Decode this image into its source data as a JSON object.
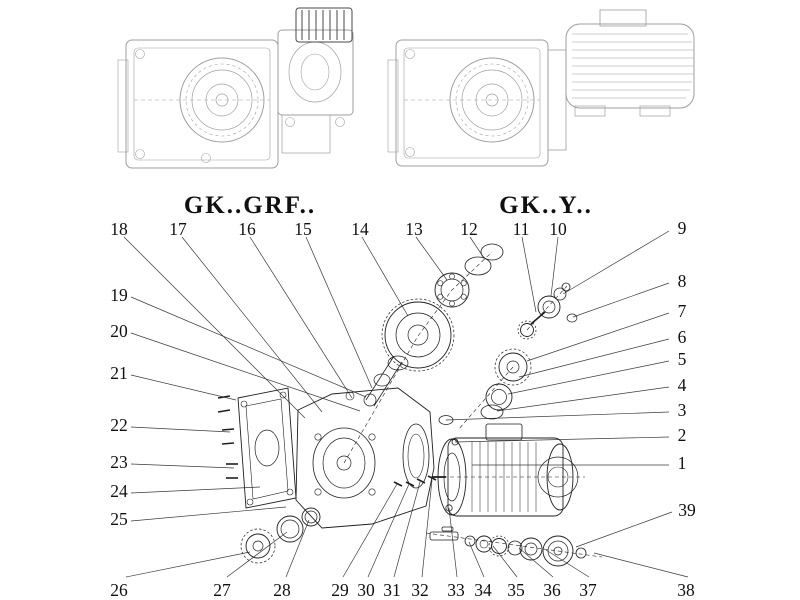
{
  "page": {
    "background": "#ffffff"
  },
  "colors": {
    "line": "#1f1f1f",
    "faded": "#9f9f9f",
    "dark_fins": "#4a4a4a",
    "leader": "#3a3a3a",
    "text": "#101010"
  },
  "variants": [
    {
      "label": "GK..GRF.."
    },
    {
      "label": "GK..Y.."
    }
  ],
  "callouts": [
    "1",
    "2",
    "3",
    "4",
    "5",
    "6",
    "7",
    "8",
    "9",
    "10",
    "11",
    "12",
    "13",
    "14",
    "15",
    "16",
    "17",
    "18",
    "19",
    "20",
    "21",
    "22",
    "23",
    "24",
    "25",
    "26",
    "27",
    "28",
    "29",
    "30",
    "31",
    "32",
    "33",
    "34",
    "35",
    "36",
    "37",
    "38",
    "39"
  ]
}
